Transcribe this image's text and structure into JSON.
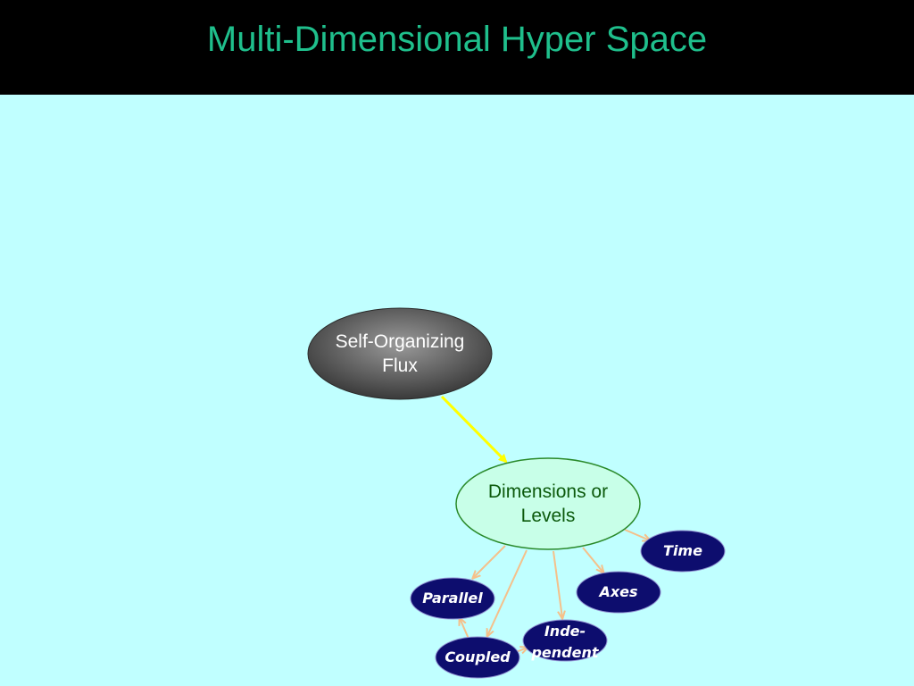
{
  "slide": {
    "title": "Multi-Dimensional Hyper Space"
  },
  "colors": {
    "background": "#c0ffff",
    "title_bar": "#000000",
    "title_text": "#1fbf8c",
    "flux_node": "#4a4a4a",
    "dimensions_node_fill": "#c8ffe8",
    "dimensions_node_stroke": "#2a8a2a",
    "dimensions_text": "#0c5a0c",
    "leaf_node": "#0d0d6e",
    "yellow_arrow": "#ffff00",
    "orange_arrow": "#f5c08a"
  },
  "diagram": {
    "flux": {
      "line1": "Self-Organizing",
      "line2": "Flux"
    },
    "dimensions": {
      "line1": "Dimensions or",
      "line2": "Levels"
    },
    "time": {
      "label": "Time"
    },
    "axes": {
      "label": "Axes"
    },
    "parallel": {
      "label": "Parallel"
    },
    "coupled": {
      "label": "Coupled"
    },
    "independent": {
      "line1": "Inde-",
      "line2": "pendent"
    }
  }
}
